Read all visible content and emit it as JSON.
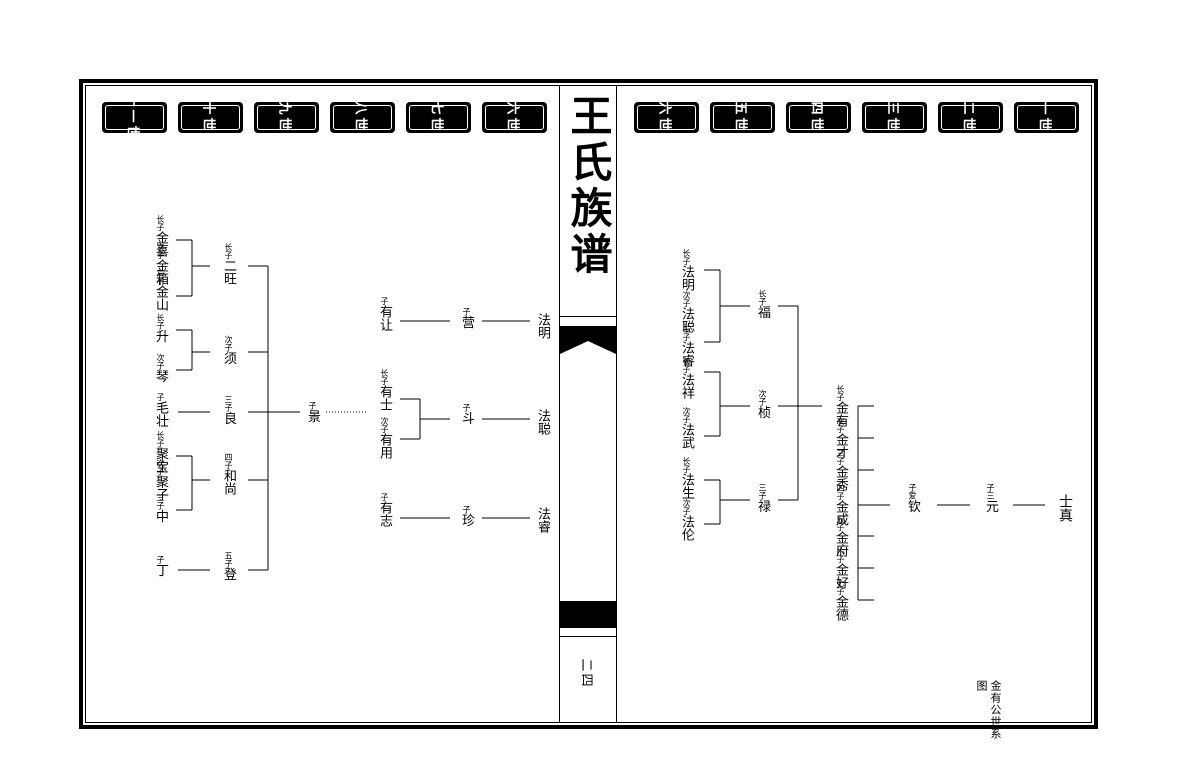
{
  "book_title": "王氏族谱",
  "page_number": "二四",
  "caption_lines": [
    "金有公世系",
    "图"
  ],
  "right_page": {
    "generations": [
      "一世",
      "二世",
      "三世",
      "四世",
      "五世",
      "六世"
    ],
    "nodes": [
      {
        "id": "r_zhen",
        "ord": "",
        "name": "士真"
      },
      {
        "id": "r_yuan",
        "ord": "子三",
        "name": "元"
      },
      {
        "id": "r_qin",
        "ord": "子爱",
        "name": "钦"
      },
      {
        "id": "r_jin1",
        "ord": "长子",
        "name": "金有"
      },
      {
        "id": "r_jin2",
        "ord": "次子",
        "name": "金才"
      },
      {
        "id": "r_jin3",
        "ord": "三子",
        "name": "金秀"
      },
      {
        "id": "r_jin4",
        "ord": "四子",
        "name": "金成"
      },
      {
        "id": "r_jin5",
        "ord": "五子",
        "name": "金府"
      },
      {
        "id": "r_jin6",
        "ord": "六子",
        "name": "金好"
      },
      {
        "id": "r_jin7",
        "ord": "七子",
        "name": "金德"
      },
      {
        "id": "r_fu",
        "ord": "长子",
        "name": "福"
      },
      {
        "id": "r_zhen2",
        "ord": "次子",
        "name": "桢"
      },
      {
        "id": "r_lu",
        "ord": "三子",
        "name": "禄"
      },
      {
        "id": "r_fa1",
        "ord": "长子",
        "name": "法明"
      },
      {
        "id": "r_fa2",
        "ord": "次子",
        "name": "法聪"
      },
      {
        "id": "r_fa3",
        "ord": "三子",
        "name": "法睿"
      },
      {
        "id": "r_fa4",
        "ord": "长子",
        "name": "法祥"
      },
      {
        "id": "r_fa5",
        "ord": "次子",
        "name": "法武"
      },
      {
        "id": "r_fa6",
        "ord": "长子",
        "name": "法生"
      },
      {
        "id": "r_fa7",
        "ord": "次子",
        "name": "法伦"
      }
    ]
  },
  "left_page": {
    "generations": [
      "六世",
      "七世",
      "八世",
      "九世",
      "十世",
      "十一世"
    ],
    "nodes": [
      {
        "id": "l_faming",
        "ord": "",
        "name": "法明"
      },
      {
        "id": "l_facong",
        "ord": "",
        "name": "法聪"
      },
      {
        "id": "l_farui",
        "ord": "",
        "name": "法睿"
      },
      {
        "id": "l_ying",
        "ord": "子",
        "name": "营"
      },
      {
        "id": "l_dou",
        "ord": "子",
        "name": "斗"
      },
      {
        "id": "l_zhen",
        "ord": "子",
        "name": "珍"
      },
      {
        "id": "l_yourang",
        "ord": "子",
        "name": "有让"
      },
      {
        "id": "l_youshi",
        "ord": "长子",
        "name": "有士"
      },
      {
        "id": "l_youyong",
        "ord": "次子",
        "name": "有用"
      },
      {
        "id": "l_youzhi",
        "ord": "子",
        "name": "有志"
      },
      {
        "id": "l_jing",
        "ord": "子",
        "name": "景"
      },
      {
        "id": "l_wang",
        "ord": "长子",
        "name": "二旺"
      },
      {
        "id": "l_xu",
        "ord": "次子",
        "name": "须"
      },
      {
        "id": "l_liang",
        "ord": "三子",
        "name": "良"
      },
      {
        "id": "l_he",
        "ord": "四子",
        "name": "和尚"
      },
      {
        "id": "l_deng",
        "ord": "五子",
        "name": "登"
      },
      {
        "id": "l_jinxi",
        "ord": "长子",
        "name": "金喜"
      },
      {
        "id": "l_jinxiang",
        "ord": "次子",
        "name": "金箱"
      },
      {
        "id": "l_jinshan",
        "ord": "三子",
        "name": "金山"
      },
      {
        "id": "l_sheng",
        "ord": "长子",
        "name": "升"
      },
      {
        "id": "l_qin",
        "ord": "次子",
        "name": "琴"
      },
      {
        "id": "l_mao",
        "ord": "子",
        "name": "毛壮"
      },
      {
        "id": "l_jubao",
        "ord": "长子",
        "name": "聚宝"
      },
      {
        "id": "l_juzi",
        "ord": "次子",
        "name": "聚子"
      },
      {
        "id": "l_zhong",
        "ord": "三子",
        "name": "中"
      },
      {
        "id": "l_ding",
        "ord": "子",
        "name": "丁"
      }
    ]
  }
}
